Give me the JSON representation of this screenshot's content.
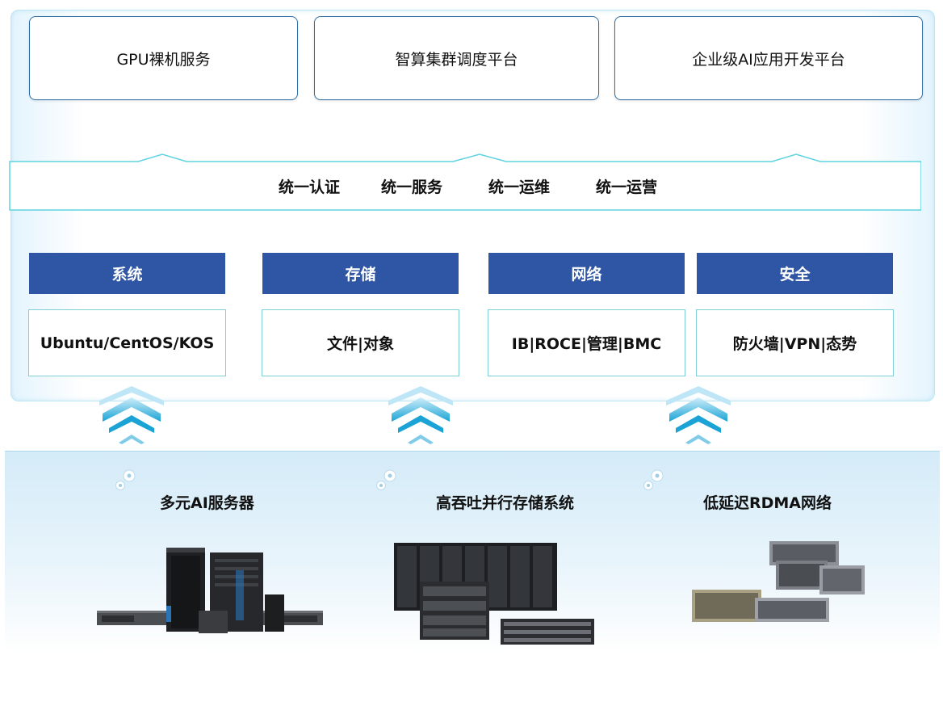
{
  "platforms": [
    "GPU裸机服务",
    "智算集群调度平台",
    "企业级AI应用开发平台"
  ],
  "unified": [
    "统一认证",
    "统一服务",
    "统一运维",
    "统一运营"
  ],
  "categories": [
    {
      "title": "系统",
      "content": "Ubuntu/CentOS/KOS"
    },
    {
      "title": "存储",
      "content": "文件|对象"
    },
    {
      "title": "网络",
      "content": "IB|ROCE|管理|BMC"
    },
    {
      "title": "安全",
      "content": "防火墙|VPN|态势"
    }
  ],
  "infrastructure": [
    "多元AI服务器",
    "高吞吐并行存储系统",
    "低延迟RDMA网络"
  ],
  "colors": {
    "header_blue": "#2e56a4",
    "accent_cyan": "#1aa3d4",
    "frame_teal": "#5fd3e0"
  },
  "icons": [
    "gear-icon",
    "chevron-up-icon"
  ]
}
